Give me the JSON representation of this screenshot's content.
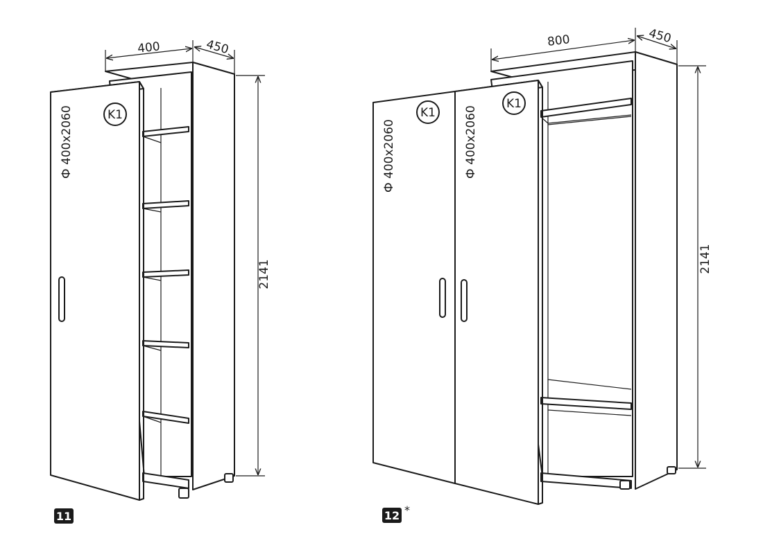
{
  "figures": [
    {
      "id": "11",
      "badge": "11",
      "width_dim": "400",
      "depth_dim": "450",
      "height_dim": "2141",
      "doors": [
        {
          "label": "Ф 400x2060",
          "tag": "K1"
        }
      ]
    },
    {
      "id": "12",
      "badge": "12",
      "badge_suffix": "*",
      "width_dim": "800",
      "depth_dim": "450",
      "height_dim": "2141",
      "doors": [
        {
          "label": "Ф 400x2060",
          "tag": "K1"
        },
        {
          "label": "Ф 400x2060",
          "tag": "K1"
        }
      ]
    }
  ]
}
